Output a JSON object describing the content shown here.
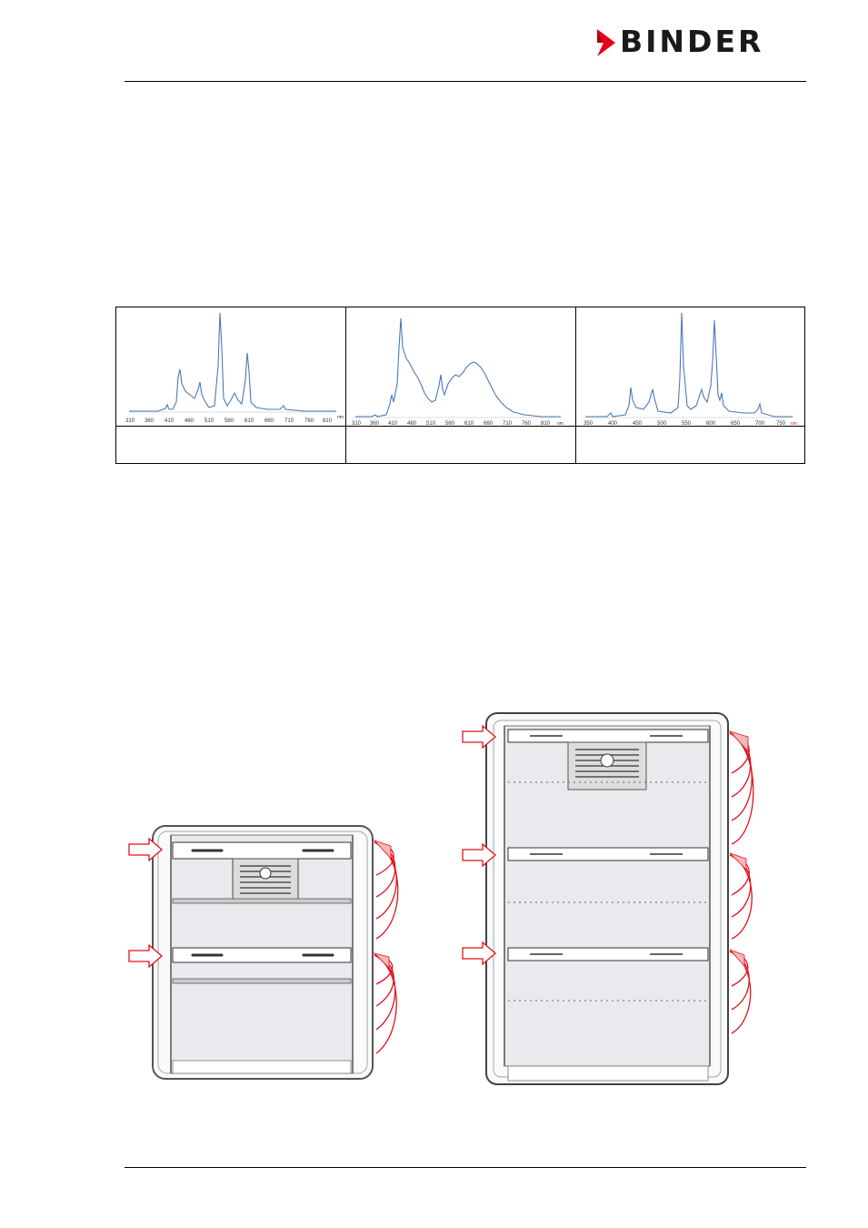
{
  "header": {
    "brand": "BINDER",
    "brand_color": "#e2001a"
  },
  "spectra": [
    {
      "x_ticks": [
        "310",
        "360",
        "410",
        "460",
        "510",
        "560",
        "610",
        "660",
        "710",
        "760",
        "810",
        "nm"
      ],
      "caption": ""
    },
    {
      "x_ticks": [
        "310",
        "360",
        "410",
        "460",
        "510",
        "560",
        "610",
        "660",
        "710",
        "760",
        "810",
        "nm"
      ],
      "caption": ""
    },
    {
      "x_ticks": [
        "350",
        "400",
        "450",
        "500",
        "550",
        "600",
        "650",
        "700",
        "750",
        "nm"
      ],
      "caption": ""
    }
  ],
  "colors": {
    "spectrum_line": "#4a7ab5",
    "arrow": "#e0121a",
    "chamber_fill": "#eaeaee"
  },
  "icons": {
    "insertion_arrow": "right-arrow-icon",
    "pivot_arrows": "curved-arrow-icon"
  }
}
